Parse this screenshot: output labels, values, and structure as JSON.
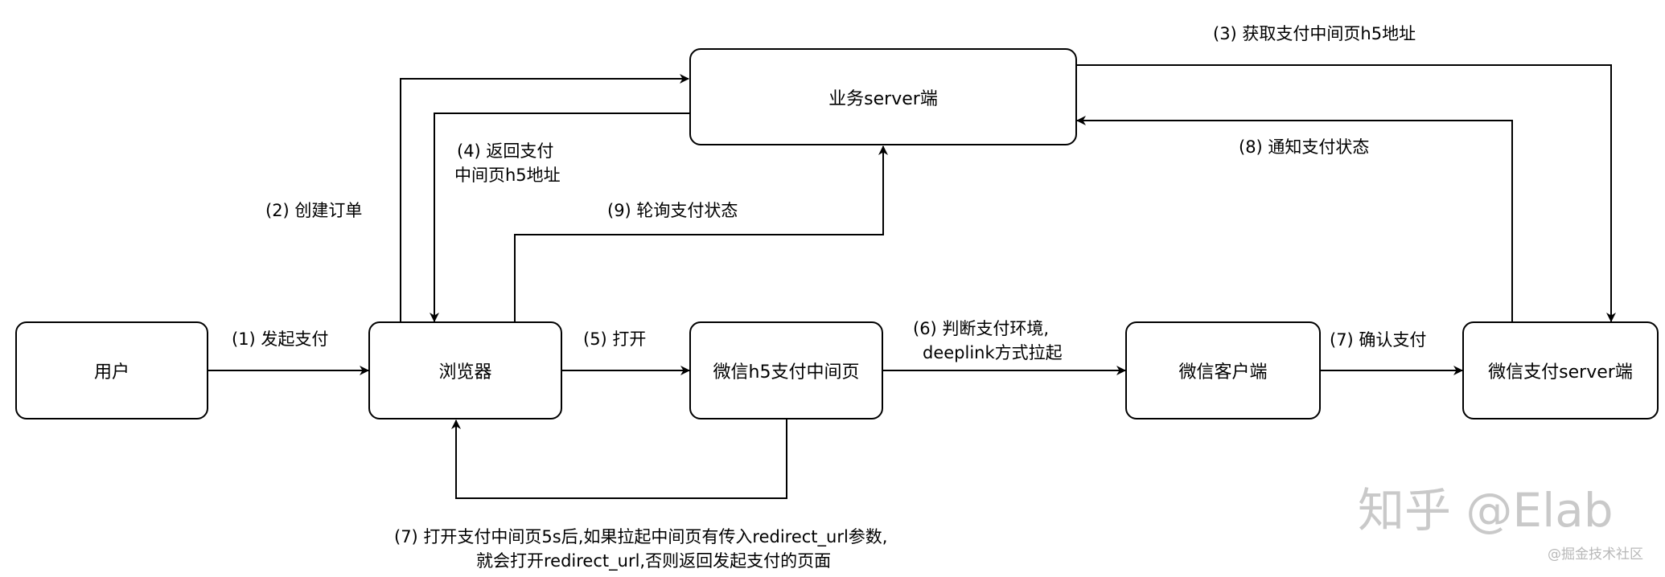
{
  "nodes": {
    "user": "用户",
    "browser": "浏览器",
    "wx_h5_page": "微信h5支付中间页",
    "wx_client": "微信客户端",
    "wx_pay_server": "微信支付server端",
    "biz_server": "业务server端"
  },
  "edges": {
    "e1": "(1) 发起支付",
    "e2": "(2) 创建订单",
    "e3": "(3) 获取支付中间页h5地址",
    "e4_line1": "(4) 返回支付",
    "e4_line2": "中间页h5地址",
    "e5": "(5) 打开",
    "e6_line1": "(6) 判断支付环境,",
    "e6_line2": "deeplink方式拉起",
    "e7": "(7) 确认支付",
    "e8": "(8) 通知支付状态",
    "e9": "(9) 轮询支付状态"
  },
  "note": {
    "line1": "(7) 打开支付中间页5s后,如果拉起中间页有传入redirect_url参数,",
    "line2": "就会打开redirect_url,否则返回发起支付的页面"
  },
  "watermark": {
    "main": "知乎 @Elab",
    "sub": "@掘金技术社区"
  }
}
